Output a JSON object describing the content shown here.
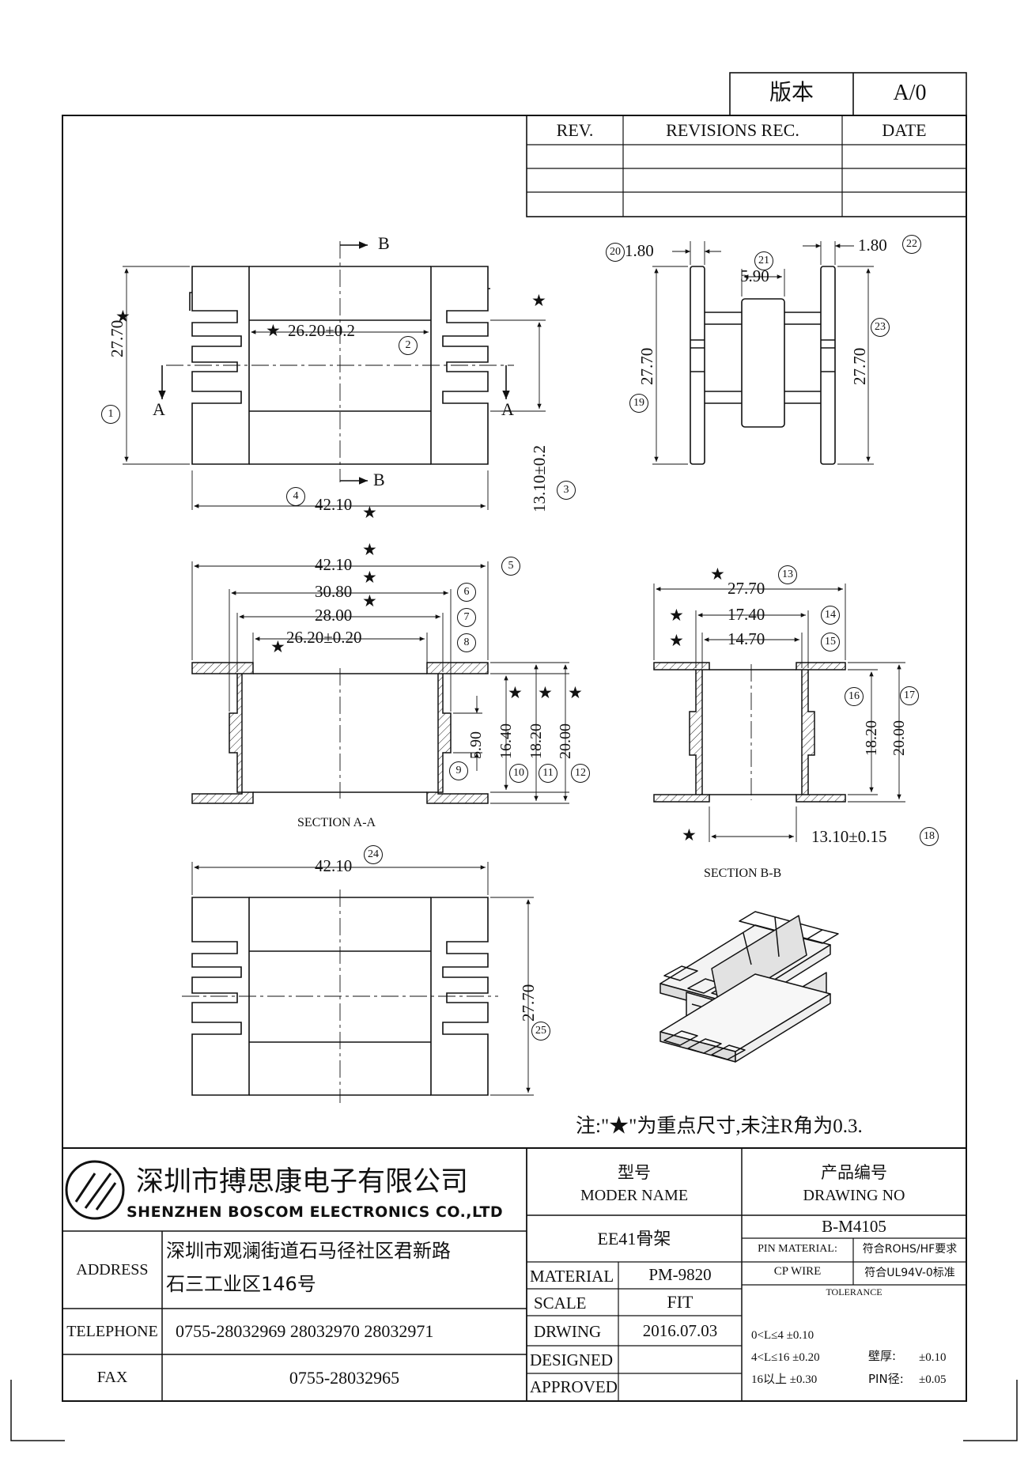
{
  "header": {
    "version_label": "版本",
    "version_value": "A/0",
    "rev_col": "REV.",
    "revisions_col": "REVISIONS REC.",
    "date_col": "DATE"
  },
  "views": {
    "top": {
      "section_b_marker": "B",
      "section_a_marker": "A",
      "dim_26_20": "26.20±0.2",
      "dim_27_70": "27.70",
      "dim_13_10": "13.10±0.2",
      "dim_42_10": "42.10"
    },
    "side": {
      "dim_1_80_left": "1.80",
      "dim_1_80_right": "1.80",
      "dim_5_90": "5.90",
      "dim_27_70_left": "27.70",
      "dim_27_70_right": "27.70"
    },
    "section_aa": {
      "title": "SECTION A-A",
      "dim_42_10": "42.10",
      "dim_30_80": "30.80",
      "dim_28_00": "28.00",
      "dim_26_20": "26.20±0.20",
      "dim_5_90": "5.90",
      "dim_16_40": "16.40",
      "dim_18_20": "18.20",
      "dim_20_00": "20.00"
    },
    "section_bb": {
      "title": "SECTION B-B",
      "dim_27_70": "27.70",
      "dim_17_40": "17.40",
      "dim_14_70": "14.70",
      "dim_18_20": "18.20",
      "dim_20_00": "20.00",
      "dim_13_10": "13.10±0.15"
    },
    "bottom": {
      "dim_42_10": "42.10",
      "dim_27_70": "27.70"
    },
    "balloons": [
      "1",
      "2",
      "3",
      "4",
      "5",
      "6",
      "7",
      "8",
      "9",
      "10",
      "11",
      "12",
      "13",
      "14",
      "15",
      "16",
      "17",
      "18",
      "19",
      "20",
      "21",
      "22",
      "23",
      "24",
      "25"
    ],
    "star": "★"
  },
  "note": {
    "text": "注:\"★\"为重点尺寸,未注R角为0.3."
  },
  "title_block": {
    "company_cn": "深圳市搏思康电子有限公司",
    "company_en": "SHENZHEN BOSCOM ELECTRONICS CO.,LTD",
    "address_label": "ADDRESS",
    "address_line1": "深圳市观澜街道石马径社区君新路",
    "address_line2": "石三工业区146号",
    "telephone_label": "TELEPHONE",
    "telephone_value": "0755-28032969 28032970 28032971",
    "fax_label": "FAX",
    "fax_value": "0755-28032965",
    "model_label_cn": "型号",
    "model_label_en": "MODER NAME",
    "model_value": "EE41骨架",
    "drawing_no_label_cn": "产品编号",
    "drawing_no_label_en": "DRAWING NO",
    "drawing_no_value": "B-M4105",
    "material_label": "MATERIAL",
    "material_value": "PM-9820",
    "scale_label": "SCALE",
    "scale_value": "FIT",
    "drwing_label": "DRWING",
    "drwing_value": "2016.07.03",
    "designed_label": "DESIGNED",
    "approved_label": "APPROVED",
    "pin_material_label": "PIN MATERIAL:",
    "pin_material_value": "CP WIRE",
    "rohs": "符合ROHS/HF要求",
    "ul": "符合UL94V-0标准",
    "tolerance_label": "TOLERANCE",
    "tol_1": "0<L≤4  ±0.10",
    "tol_2": "4<L≤16  ±0.20",
    "tol_3": "16以上     ±0.30",
    "wall_label": "壁厚:",
    "wall_value": "±0.10",
    "pin_dia_label": "PIN径:",
    "pin_dia_value": "±0.05"
  }
}
